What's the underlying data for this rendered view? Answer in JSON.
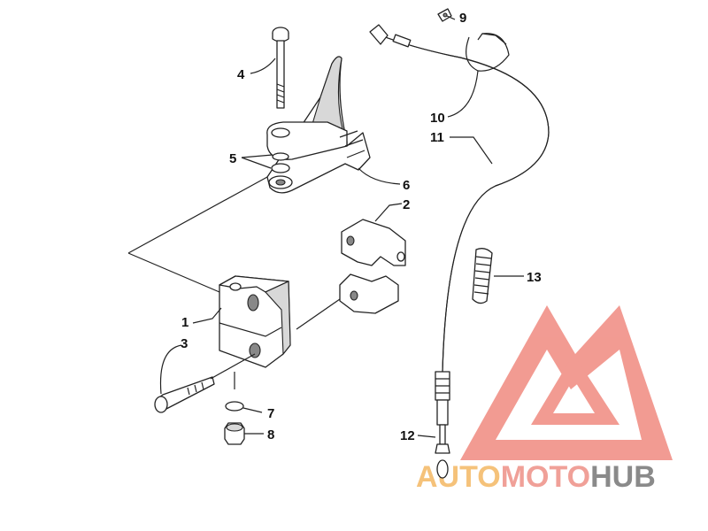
{
  "callouts": [
    {
      "id": "1",
      "text": "1"
    },
    {
      "id": "2",
      "text": "2"
    },
    {
      "id": "3",
      "text": "3"
    },
    {
      "id": "4",
      "text": "4"
    },
    {
      "id": "5",
      "text": "5"
    },
    {
      "id": "6",
      "text": "6"
    },
    {
      "id": "7",
      "text": "7"
    },
    {
      "id": "8",
      "text": "8"
    },
    {
      "id": "9",
      "text": "9"
    },
    {
      "id": "10",
      "text": "10"
    },
    {
      "id": "11",
      "text": "11"
    },
    {
      "id": "12",
      "text": "12"
    },
    {
      "id": "13",
      "text": "13"
    }
  ],
  "watermark": {
    "part1": "AUTO",
    "part2": "MOTO",
    "part3": "HUB",
    "colors": {
      "triangle": "#f08a80",
      "auto": "#f5c27a",
      "moto": "#f0a098",
      "hub": "#8a8a8a"
    }
  }
}
